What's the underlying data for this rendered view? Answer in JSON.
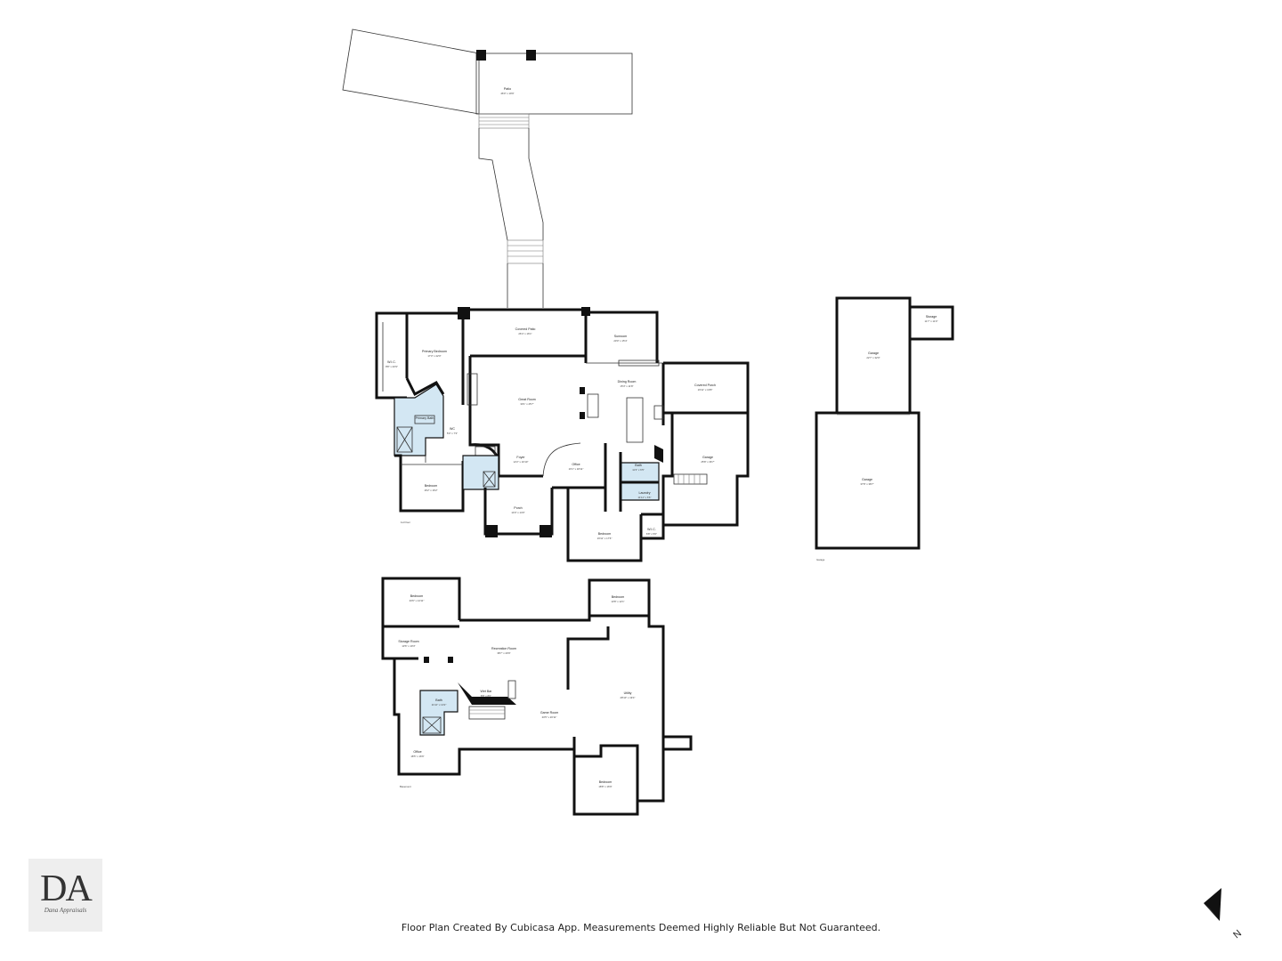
{
  "floors": [
    {
      "id": "first",
      "label": "1st Floor"
    },
    {
      "id": "basement",
      "label": "Basement"
    },
    {
      "id": "garage",
      "label": "Garage"
    }
  ],
  "rooms": [
    {
      "id": "patio",
      "name": "Patio",
      "dims": "46'0\" x 19'9\""
    },
    {
      "id": "covered-patio",
      "name": "Covered Patio",
      "dims": "26'4\" x 16'1\""
    },
    {
      "id": "sunroom",
      "name": "Sunroom",
      "dims": "20'0\" x 15'4\""
    },
    {
      "id": "primary-bedroom",
      "name": "Primary Bedroom",
      "dims": "17'3\" x 22'0\""
    },
    {
      "id": "wic",
      "name": "W.I.C.",
      "dims": "8'8\" x 20'9\""
    },
    {
      "id": "great-room",
      "name": "Great Room",
      "dims": "30'1\" x 25'7\""
    },
    {
      "id": "dining-room",
      "name": "Dining Room",
      "dims": "15'3\" x 11'8\""
    },
    {
      "id": "covered-porch-1",
      "name": "Covered Porch",
      "dims": "16'11\" x 16'8\""
    },
    {
      "id": "garage-main",
      "name": "Garage",
      "dims": "25'8\" x 36'7\""
    },
    {
      "id": "primary-bath",
      "name": "Primary Bath",
      "dims": ""
    },
    {
      "id": "wc",
      "name": "WC",
      "dims": "5'0\" x 7'3\""
    },
    {
      "id": "foyer",
      "name": "Foyer",
      "dims": "12'2\" x 10'10\""
    },
    {
      "id": "office",
      "name": "Office",
      "dims": "16'1\" x 18'11\""
    },
    {
      "id": "bath-1",
      "name": "Bath",
      "dims": "11'3\" x 6'5\""
    },
    {
      "id": "laundry",
      "name": "Laundry",
      "dims": "11'11\" x 6'6\""
    },
    {
      "id": "bedroom-1",
      "name": "Bedroom",
      "dims": "16'11\" x 17'6\""
    },
    {
      "id": "porch",
      "name": "Porch",
      "dims": "14'0\" x 14'0\""
    },
    {
      "id": "bedroom-2",
      "name": "Bedroom",
      "dims": "16'2\" x 16'2\""
    },
    {
      "id": "wic-2",
      "name": "W.I.C.",
      "dims": "6'8\" x 5'0\""
    },
    {
      "id": "garage-upper",
      "name": "Garage",
      "dims": "22'7\" x 32'0\""
    },
    {
      "id": "storage",
      "name": "Storage",
      "dims": "11'7\" x 11'0\""
    },
    {
      "id": "garage-lower",
      "name": "Garage",
      "dims": "37'8\" x 38'7\""
    },
    {
      "id": "bsmt-bedroom-1",
      "name": "Bedroom",
      "dims": "20'6\" x 14'11\""
    },
    {
      "id": "bsmt-bedroom-2",
      "name": "Bedroom",
      "dims": "13'8\" x 12'1\""
    },
    {
      "id": "storage-room",
      "name": "Storage Room",
      "dims": "13'6\" x 10'3\""
    },
    {
      "id": "recreation-room",
      "name": "Recreation Room",
      "dims": "38'7\" x 20'9\""
    },
    {
      "id": "utility",
      "name": "Utility",
      "dims": "28'10\" x 19'4\""
    },
    {
      "id": "wet-bar",
      "name": "Wet Bar",
      "dims": "8'8\" x 8'0\""
    },
    {
      "id": "bsmt-bath",
      "name": "Bath",
      "dims": "11'10\" x 10'2\""
    },
    {
      "id": "game-room",
      "name": "Game Room",
      "dims": "20'5\" x 20'11\""
    },
    {
      "id": "office-2",
      "name": "Office",
      "dims": "18'5\" x 16'6\""
    },
    {
      "id": "bsmt-bedroom-3",
      "name": "Bedroom",
      "dims": "18'8\" x 16'9\""
    }
  ],
  "brand": {
    "logo_text": "DA",
    "logo_subtext": "Dana Appraisals"
  },
  "footer_note": "Floor Plan Created By Cubicasa App. Measurements Deemed Highly Reliable But Not Guaranteed.",
  "compass_label": "N",
  "colors": {
    "wall": "#111111",
    "wet_area": "#d3e7f3",
    "background": "#ffffff"
  }
}
